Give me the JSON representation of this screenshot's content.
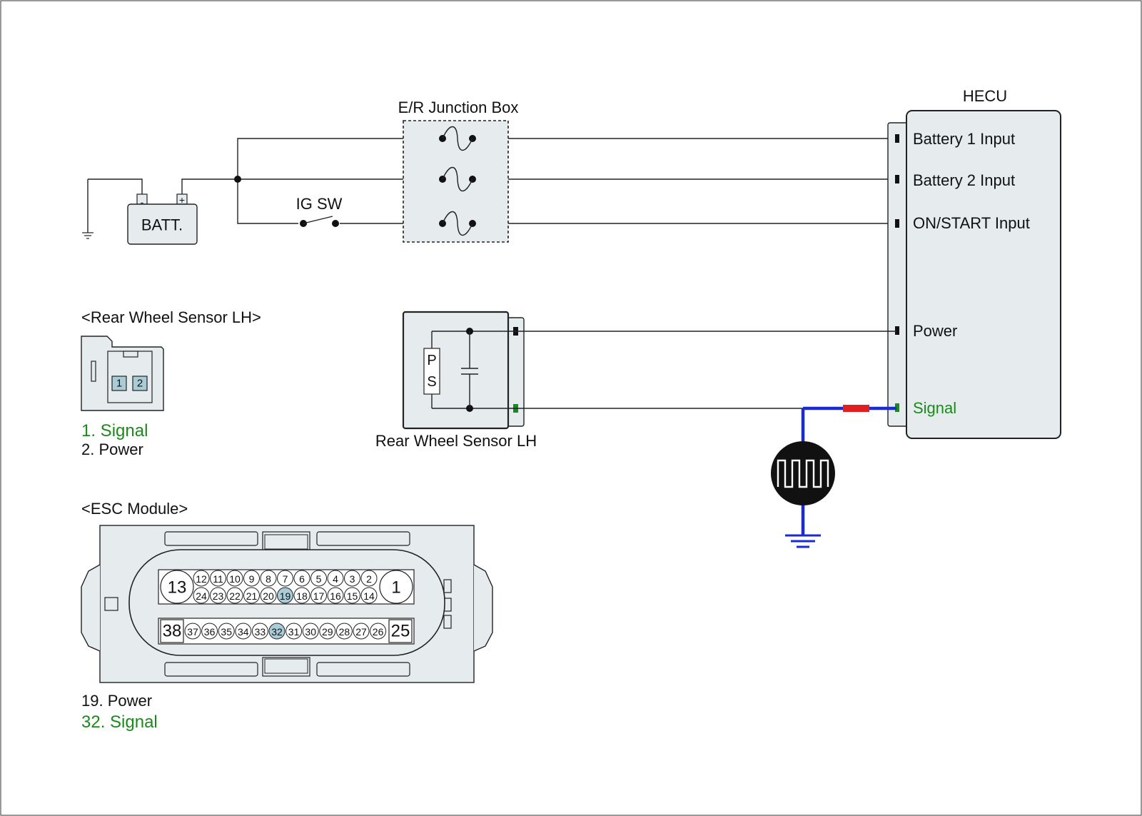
{
  "colors": {
    "signal_text": "#1a8a1a",
    "power_text": "#111111",
    "wire": "#222222",
    "scope_lead": "#1a2ad8",
    "probe_tip": "#e02020",
    "highlight_pin": "#a9ccd6",
    "body_fill": "#e6ecee"
  },
  "hecu": {
    "title": "HECU",
    "pins": {
      "battery1": "Battery 1 Input",
      "battery2": "Battery 2 Input",
      "on_start": "ON/START Input",
      "power": "Power",
      "signal": "Signal"
    }
  },
  "junction_box": {
    "title": "E/R Junction Box"
  },
  "battery": {
    "label": "BATT.",
    "neg": "-",
    "pos": "+"
  },
  "ig_switch": {
    "label": "IG SW"
  },
  "sensor": {
    "title": "Rear Wheel Sensor LH",
    "element_letters": [
      "P",
      "S"
    ]
  },
  "sensor_connector": {
    "title": "<Rear Wheel Sensor LH>",
    "pin_numbers": [
      "1",
      "2"
    ],
    "legend": [
      {
        "text": "1. Signal",
        "kind": "signal"
      },
      {
        "text": "2. Power",
        "kind": "power"
      }
    ]
  },
  "esc_connector": {
    "title": "<ESC Module>",
    "big_pins": {
      "top_left": "13",
      "top_right": "1",
      "bottom_left": "38",
      "bottom_right": "25"
    },
    "row1": [
      "12",
      "11",
      "10",
      "9",
      "8",
      "7",
      "6",
      "5",
      "4",
      "3",
      "2"
    ],
    "row2": [
      "24",
      "23",
      "22",
      "21",
      "20",
      "19",
      "18",
      "17",
      "16",
      "15",
      "14"
    ],
    "row3": [
      "37",
      "36",
      "35",
      "34",
      "33",
      "32",
      "31",
      "30",
      "29",
      "28",
      "27",
      "26"
    ],
    "highlighted_pins": [
      "19",
      "32"
    ],
    "legend": [
      {
        "text": "19. Power",
        "kind": "power"
      },
      {
        "text": "32. Signal",
        "kind": "signal"
      }
    ]
  },
  "scope": {
    "icon": "square-wave-scope-icon"
  }
}
